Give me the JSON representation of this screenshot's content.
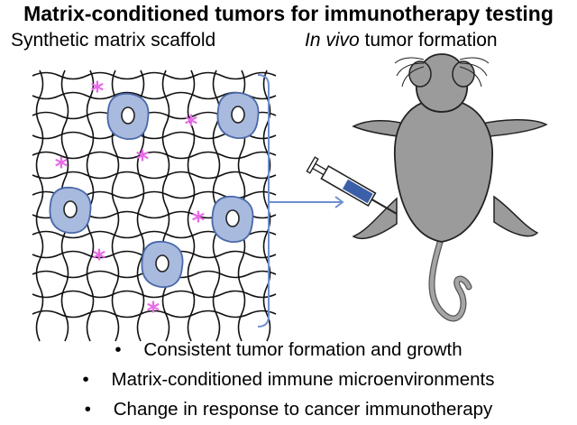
{
  "title": "Matrix-conditioned tumors for immunotherapy testing",
  "left_heading": "Synthetic matrix scaffold",
  "right_heading_italic": "In vivo",
  "right_heading_rest": " tumor formation",
  "bullets": [
    "Consistent tumor formation and growth",
    "Matrix-conditioned immune microenvironments",
    "Change in response to cancer immunotherapy"
  ],
  "colors": {
    "cell_fill": "#a9badf",
    "cell_stroke": "#4a6aa8",
    "asterisk": "#e86be8",
    "bracket": "#6f8fd0",
    "mouse": "#9b9b9b",
    "syringe_fill": "#3b5fa8"
  }
}
